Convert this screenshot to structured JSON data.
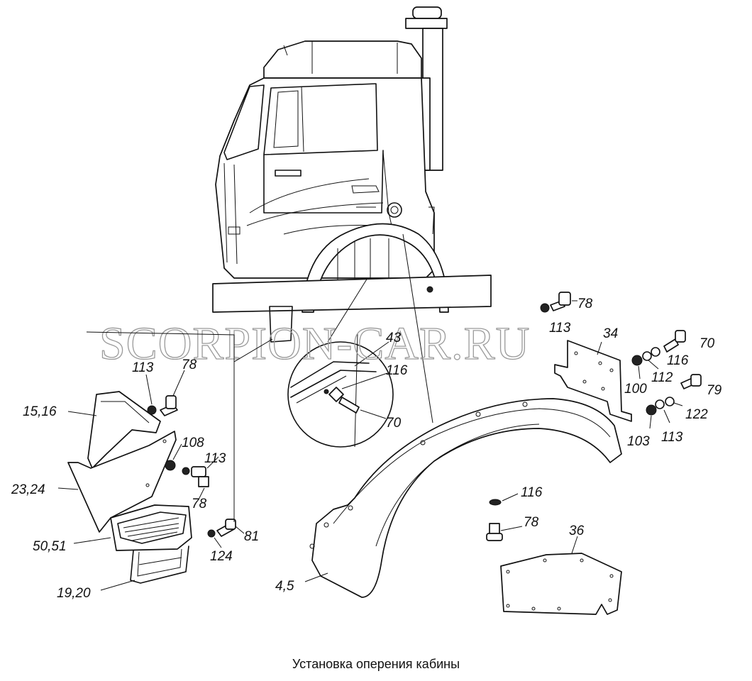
{
  "watermark": "SCORPION-CAR.RU",
  "caption": "Установка оперения кабины",
  "callouts": {
    "c1516": "15,16",
    "c2324": "23,24",
    "c5051": "50,51",
    "c1920": "19,20",
    "c113a": "113",
    "c78a": "78",
    "c108": "108",
    "c113b": "113",
    "c78b": "78",
    "c81": "81",
    "c124": "124",
    "c43": "43",
    "c116a": "116",
    "c70a": "70",
    "c78c": "78",
    "c113c": "113",
    "c34": "34",
    "c70b": "70",
    "c116b": "116",
    "c112": "112",
    "c100": "100",
    "c79": "79",
    "c122": "122",
    "c113d": "113",
    "c103": "103",
    "c116c": "116",
    "c78d": "78",
    "c36": "36",
    "c45": "4,5"
  }
}
